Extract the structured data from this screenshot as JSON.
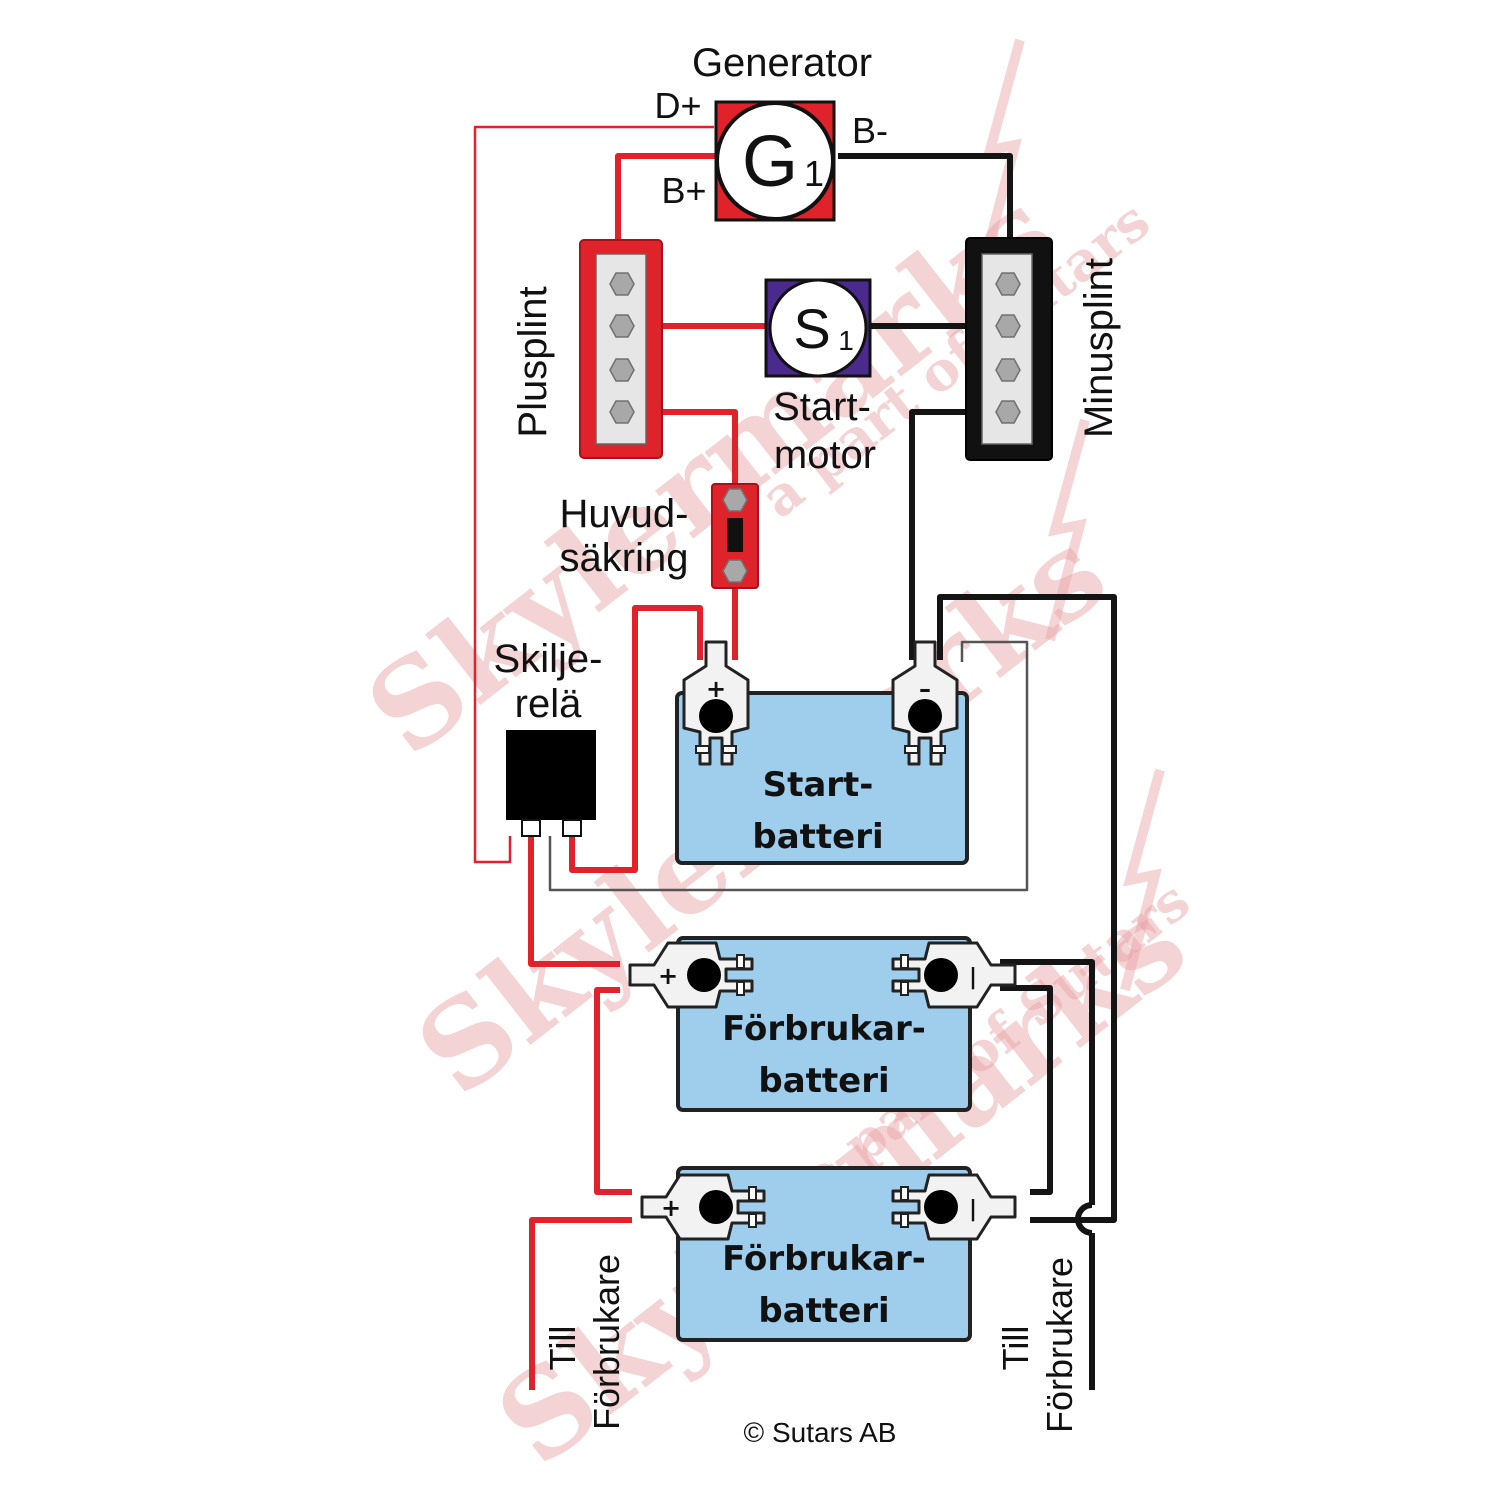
{
  "colors": {
    "positive": "#e0222b",
    "negative": "#141414",
    "battery": "#9fcdec",
    "watermark": "#e8a0a4"
  },
  "generator": {
    "title": "Generator",
    "symbol": "G",
    "subscript": "1",
    "d_plus": "D+",
    "b_plus": "B+",
    "b_minus": "B-"
  },
  "starter": {
    "symbol": "S",
    "subscript": "1",
    "label_line1": "Start-",
    "label_line2": "motor"
  },
  "plus_terminal_block": {
    "label": "Plusplint"
  },
  "minus_terminal_block": {
    "label": "Minusplint"
  },
  "main_fuse": {
    "label_line1": "Huvud-",
    "label_line2": "säkring"
  },
  "isolation_relay": {
    "label_line1": "Skilje-",
    "label_line2": "relä"
  },
  "start_battery": {
    "label_line1": "Start-",
    "label_line2": "batteri",
    "plus": "+",
    "minus": "–"
  },
  "consumer_batteries": [
    {
      "label_line1": "Förbrukar-",
      "label_line2": "batteri",
      "plus": "+",
      "minus": "|"
    },
    {
      "label_line1": "Förbrukar-",
      "label_line2": "batteri",
      "plus": "+",
      "minus": "|"
    }
  ],
  "to_consumer_left": {
    "line1": "Till",
    "line2": "Förbrukare"
  },
  "to_consumer_right": {
    "line1": "Till",
    "line2": "Förbrukare"
  },
  "copyright": "© Sutars AB",
  "watermark": {
    "text": "Skylermarks",
    "subtext": "a part of Sutars"
  }
}
